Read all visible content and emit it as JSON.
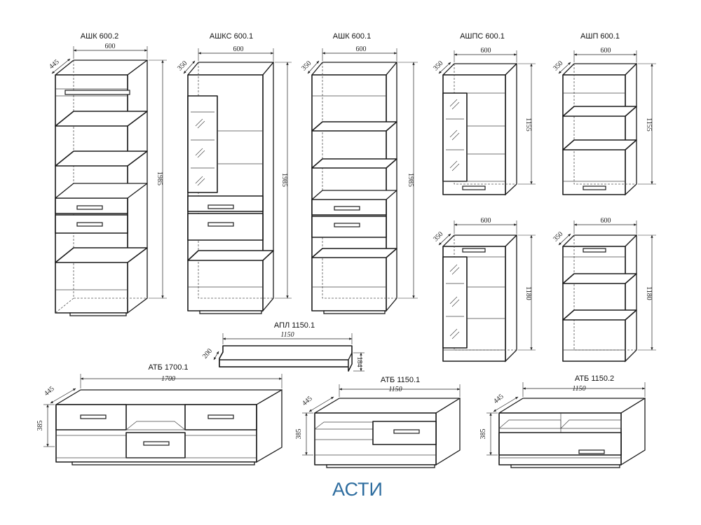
{
  "title": "АСТИ",
  "colors": {
    "title": "#2e6d9f",
    "line": "#1a1a1a"
  },
  "modules": {
    "ashk6002": {
      "name": "АШК 600.2",
      "w": "600",
      "d": "445",
      "h": "1985"
    },
    "ashks6001": {
      "name": "АШКС 600.1",
      "w": "600",
      "d": "350",
      "h": "1985"
    },
    "ashk6001": {
      "name": "АШК 600.1",
      "w": "600",
      "d": "350",
      "h": "1985"
    },
    "ashps6001": {
      "name": "АШПС 600.1",
      "w": "600",
      "d": "350",
      "h": "1155"
    },
    "ashp6001": {
      "name": "АШП 600.1",
      "w": "600",
      "d": "350",
      "h": "1155"
    },
    "ashpsLow": {
      "w": "600",
      "d": "350",
      "h": "1180"
    },
    "ashpLow": {
      "w": "600",
      "d": "350",
      "h": "1180"
    },
    "apl": {
      "name": "АПЛ 1150.1",
      "w": "1150",
      "d": "200",
      "h": "184"
    },
    "atb1700": {
      "name": "АТБ 1700.1",
      "w": "1700",
      "d": "445",
      "h": "385"
    },
    "atb11501": {
      "name": "АТБ 1150.1",
      "w": "1150",
      "d": "445",
      "h": "385"
    },
    "atb11502": {
      "name": "АТБ 1150.2",
      "w": "1150",
      "d": "445",
      "h": "385"
    }
  }
}
